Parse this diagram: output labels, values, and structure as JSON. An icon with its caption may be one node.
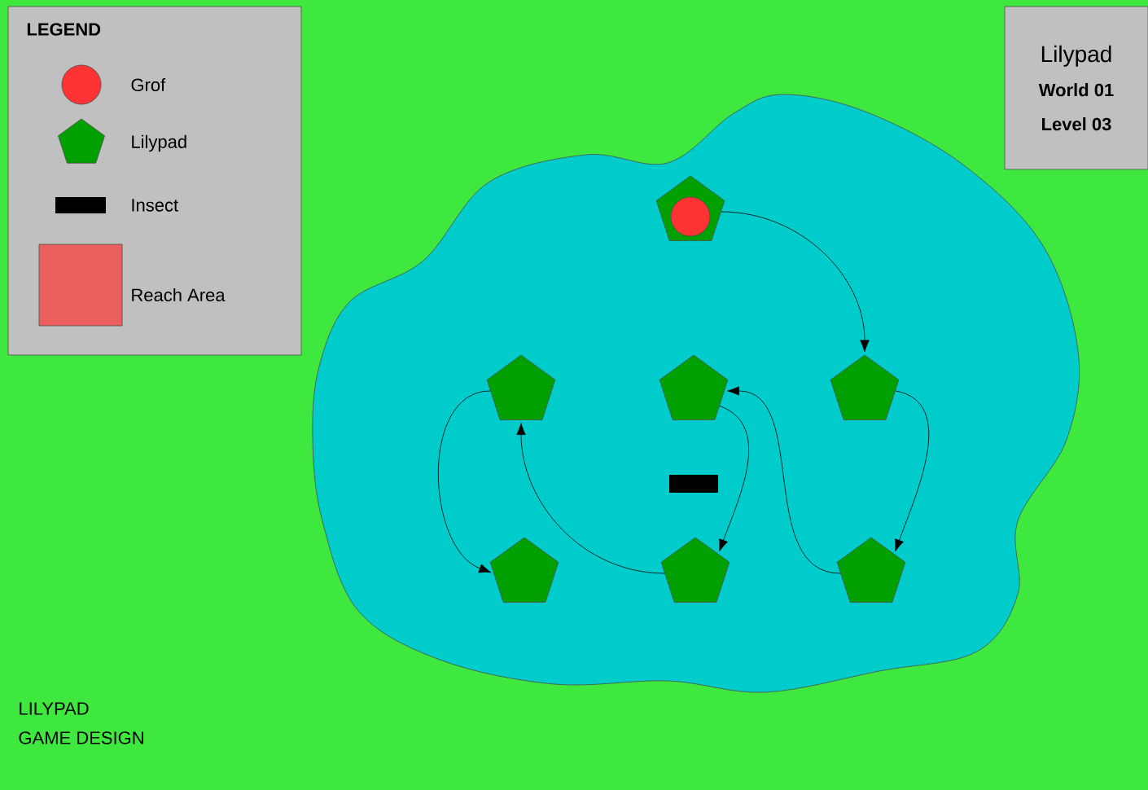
{
  "diagram": {
    "nodes": [
      {
        "text": [
          "Lilypad",
          "World 01",
          "Level 03"
        ]
      },
      {
        "text": [],
        "shape": "cloud"
      },
      {
        "text": [],
        "shape": "pentagon",
        "in": 1
      },
      {
        "text": [],
        "shape": "circle",
        "in": 2
      },
      {
        "text": [],
        "shape": "pentagon",
        "in": 1
      },
      {
        "text": [],
        "shape": "pentagon",
        "in": 1
      },
      {
        "text": [],
        "shape": "pentagon",
        "in": 1
      },
      {
        "text": [],
        "shape": "bar",
        "in": 1
      },
      {
        "text": [],
        "shape": "pentagon",
        "in": 1
      },
      {
        "text": [],
        "shape": "pentagon",
        "in": 1
      },
      {
        "text": [],
        "shape": "pentagon",
        "in": 1
      }
    ],
    "edges": [
      {
        "from": 2,
        "to": 6,
        "arrow": "to"
      },
      {
        "from": 6,
        "to": 10,
        "arrow": "to"
      },
      {
        "from": 10,
        "to": 5,
        "arrow": "to"
      },
      {
        "from": 5,
        "to": 9,
        "arrow": "to"
      },
      {
        "from": 9,
        "to": 4,
        "arrow": "to"
      },
      {
        "from": 4,
        "to": 8,
        "arrow": "to"
      }
    ],
    "labels": [
      "LEGEND",
      "LILYPAD",
      "GAME DESIGN"
    ],
    "legend": [
      {
        "text": "Grof"
      },
      {
        "text": "Lilypad"
      },
      {
        "text": "Insect"
      },
      {
        "text": "Reach Area",
        "color": "#eb5f5f"
      }
    ]
  }
}
